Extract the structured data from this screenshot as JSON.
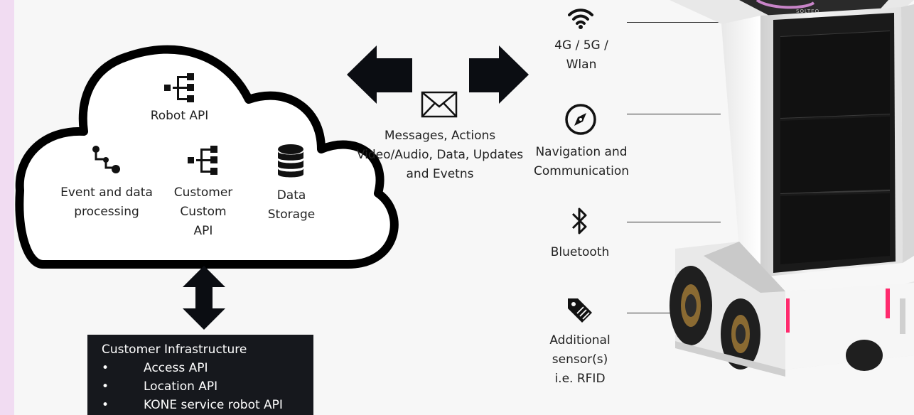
{
  "cloud": {
    "robot_api": "Robot API",
    "event_processing": [
      "Event and data",
      "processing"
    ],
    "customer_custom_api": [
      "Customer",
      "Custom",
      "API"
    ],
    "data_storage": [
      "Data",
      "Storage"
    ]
  },
  "messages": {
    "lines": [
      "Messages, Actions",
      "Video/Audio, Data, Updates",
      "and Evetns"
    ]
  },
  "infrastructure": {
    "title": "Customer Infrastructure",
    "items": [
      "Access API",
      "Location API",
      "KONE service robot API"
    ]
  },
  "connectivity": {
    "network": [
      "4G / 5G /",
      "Wlan"
    ],
    "navigation": [
      "Navigation and",
      "Communication"
    ],
    "bluetooth": "Bluetooth",
    "sensors": [
      "Additional",
      "sensor(s)",
      "i.e. RFID"
    ]
  },
  "robot": {
    "brand": "SOLTEQ"
  },
  "colors": {
    "stripe": "#f1dcf2",
    "dark": "#16181d",
    "robot_led": "#ff2a6d"
  },
  "icons": [
    "api-tree-icon",
    "flow-icon",
    "database-icon",
    "envelope-icon",
    "wifi-icon",
    "compass-icon",
    "bluetooth-icon",
    "tag-icon"
  ]
}
